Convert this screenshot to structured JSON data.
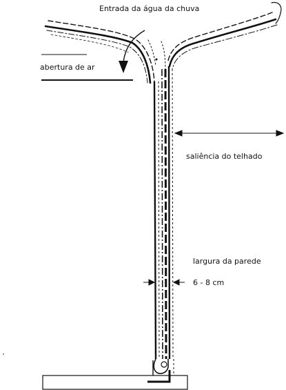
{
  "labels": {
    "rain_entry": "Entrada da água da chuva",
    "air_opening": "abertura de ar",
    "roof_overhang": "saliência do telhado",
    "wall_width": "largura da parede",
    "wall_width_value": "6 - 8 cm"
  },
  "colors": {
    "line": "#111111",
    "background": "#ffffff"
  }
}
